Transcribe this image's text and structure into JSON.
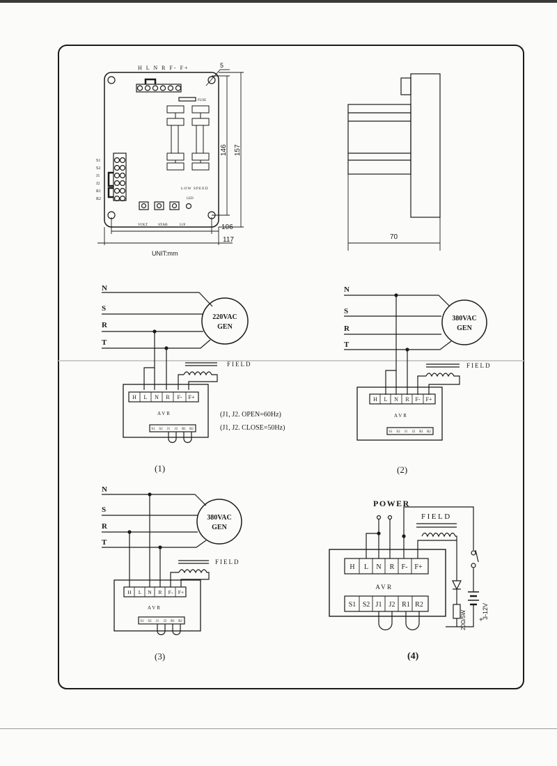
{
  "dimension_drawing": {
    "top_terminal_labels": "H L N R F- F+",
    "fuse_label": "FUSE",
    "side_terminal_labels": [
      "S1",
      "S2",
      "J1",
      "J2",
      "R1",
      "R2"
    ],
    "low_speed_label": "LOW  SPEED",
    "led_label": "LED",
    "pot_labels": [
      "VOLT",
      "STAB",
      "U/F"
    ],
    "dims": {
      "hole": "5",
      "inner_height": "146",
      "outer_height": "157",
      "inner_width": "106",
      "outer_width": "117",
      "depth": "70"
    },
    "unit_label": "UNIT:mm"
  },
  "diagrams": [
    {
      "caption": "(1)",
      "lines": [
        "N",
        "S",
        "R",
        "T"
      ],
      "gen_line1": "220VAC",
      "gen_line2": "GEN",
      "field": "FIELD",
      "avr": "AVR",
      "terminals": [
        "H",
        "L",
        "N",
        "R",
        "F-",
        "F+"
      ],
      "bottom_terminals": [
        "S1",
        "S2",
        "J1",
        "J2",
        "R1",
        "R2"
      ],
      "notes": [
        "(J1, J2. OPEN=60Hz)",
        "(J1, J2. CLOSE=50Hz)"
      ]
    },
    {
      "caption": "(2)",
      "lines": [
        "N",
        "S",
        "R",
        "T"
      ],
      "gen_line1": "380VAC",
      "gen_line2": "GEN",
      "field": "FIELD",
      "avr": "AVR",
      "terminals": [
        "H",
        "L",
        "N",
        "R",
        "F-",
        "F+"
      ],
      "bottom_terminals": [
        "S1",
        "S2",
        "J1",
        "J2",
        "R1",
        "R2"
      ]
    },
    {
      "caption": "(3)",
      "lines": [
        "N",
        "S",
        "R",
        "T"
      ],
      "gen_line1": "380VAC",
      "gen_line2": "GEN",
      "field": "FIELD",
      "avr": "AVR",
      "terminals": [
        "H",
        "L",
        "N",
        "R",
        "F-",
        "F+"
      ],
      "bottom_terminals": [
        "S1",
        "S2",
        "J1",
        "J2",
        "R1",
        "R2"
      ]
    },
    {
      "caption": "(4)",
      "power": "POWER",
      "field": "FIELD",
      "avr": "AVR",
      "terminals": [
        "H",
        "L",
        "N",
        "R",
        "F-",
        "F+"
      ],
      "bottom_terminals": [
        "S1",
        "S2",
        "J1",
        "J2",
        "R1",
        "R2"
      ],
      "resistor": "20Ω/5W",
      "battery": "3-12V",
      "plus": "+"
    }
  ]
}
